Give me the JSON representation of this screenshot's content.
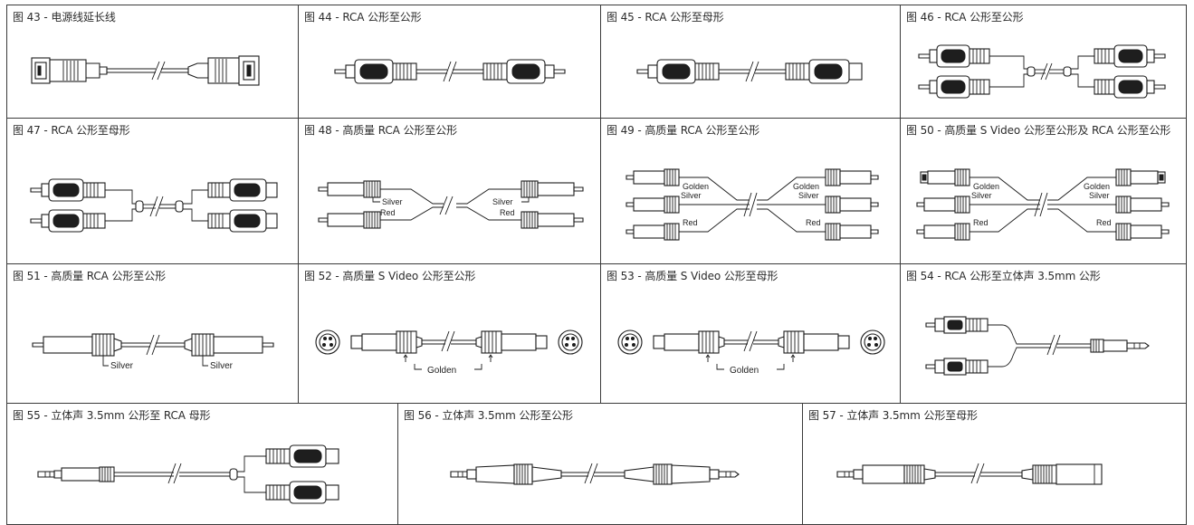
{
  "figures": [
    {
      "caption": "图 43 - 电源线延长线"
    },
    {
      "caption": "图 44 - RCA 公形至公形"
    },
    {
      "caption": "图 45 - RCA 公形至母形"
    },
    {
      "caption": "图 46 - RCA 公形至公形"
    },
    {
      "caption": "图 47 - RCA 公形至母形"
    },
    {
      "caption": "图 48 - 高质量 RCA 公形至公形"
    },
    {
      "caption": "图 49 - 高质量 RCA 公形至公形"
    },
    {
      "caption": "图 50 - 高质量 S Video 公形至公形及 RCA 公形至公形"
    },
    {
      "caption": "图 51 - 高质量 RCA 公形至公形"
    },
    {
      "caption": "图 52 - 高质量 S Video 公形至公形"
    },
    {
      "caption": "图 53 - 高质量 S Video 公形至母形"
    },
    {
      "caption": "图 54 - RCA 公形至立体声 3.5mm 公形"
    },
    {
      "caption": "图 55 - 立体声 3.5mm 公形至 RCA 母形"
    },
    {
      "caption": "图 56 - 立体声 3.5mm 公形至公形"
    },
    {
      "caption": "图 57 - 立体声 3.5mm 公形至母形"
    }
  ],
  "labels": {
    "silver": "Silver",
    "red": "Red",
    "golden": "Golden"
  }
}
